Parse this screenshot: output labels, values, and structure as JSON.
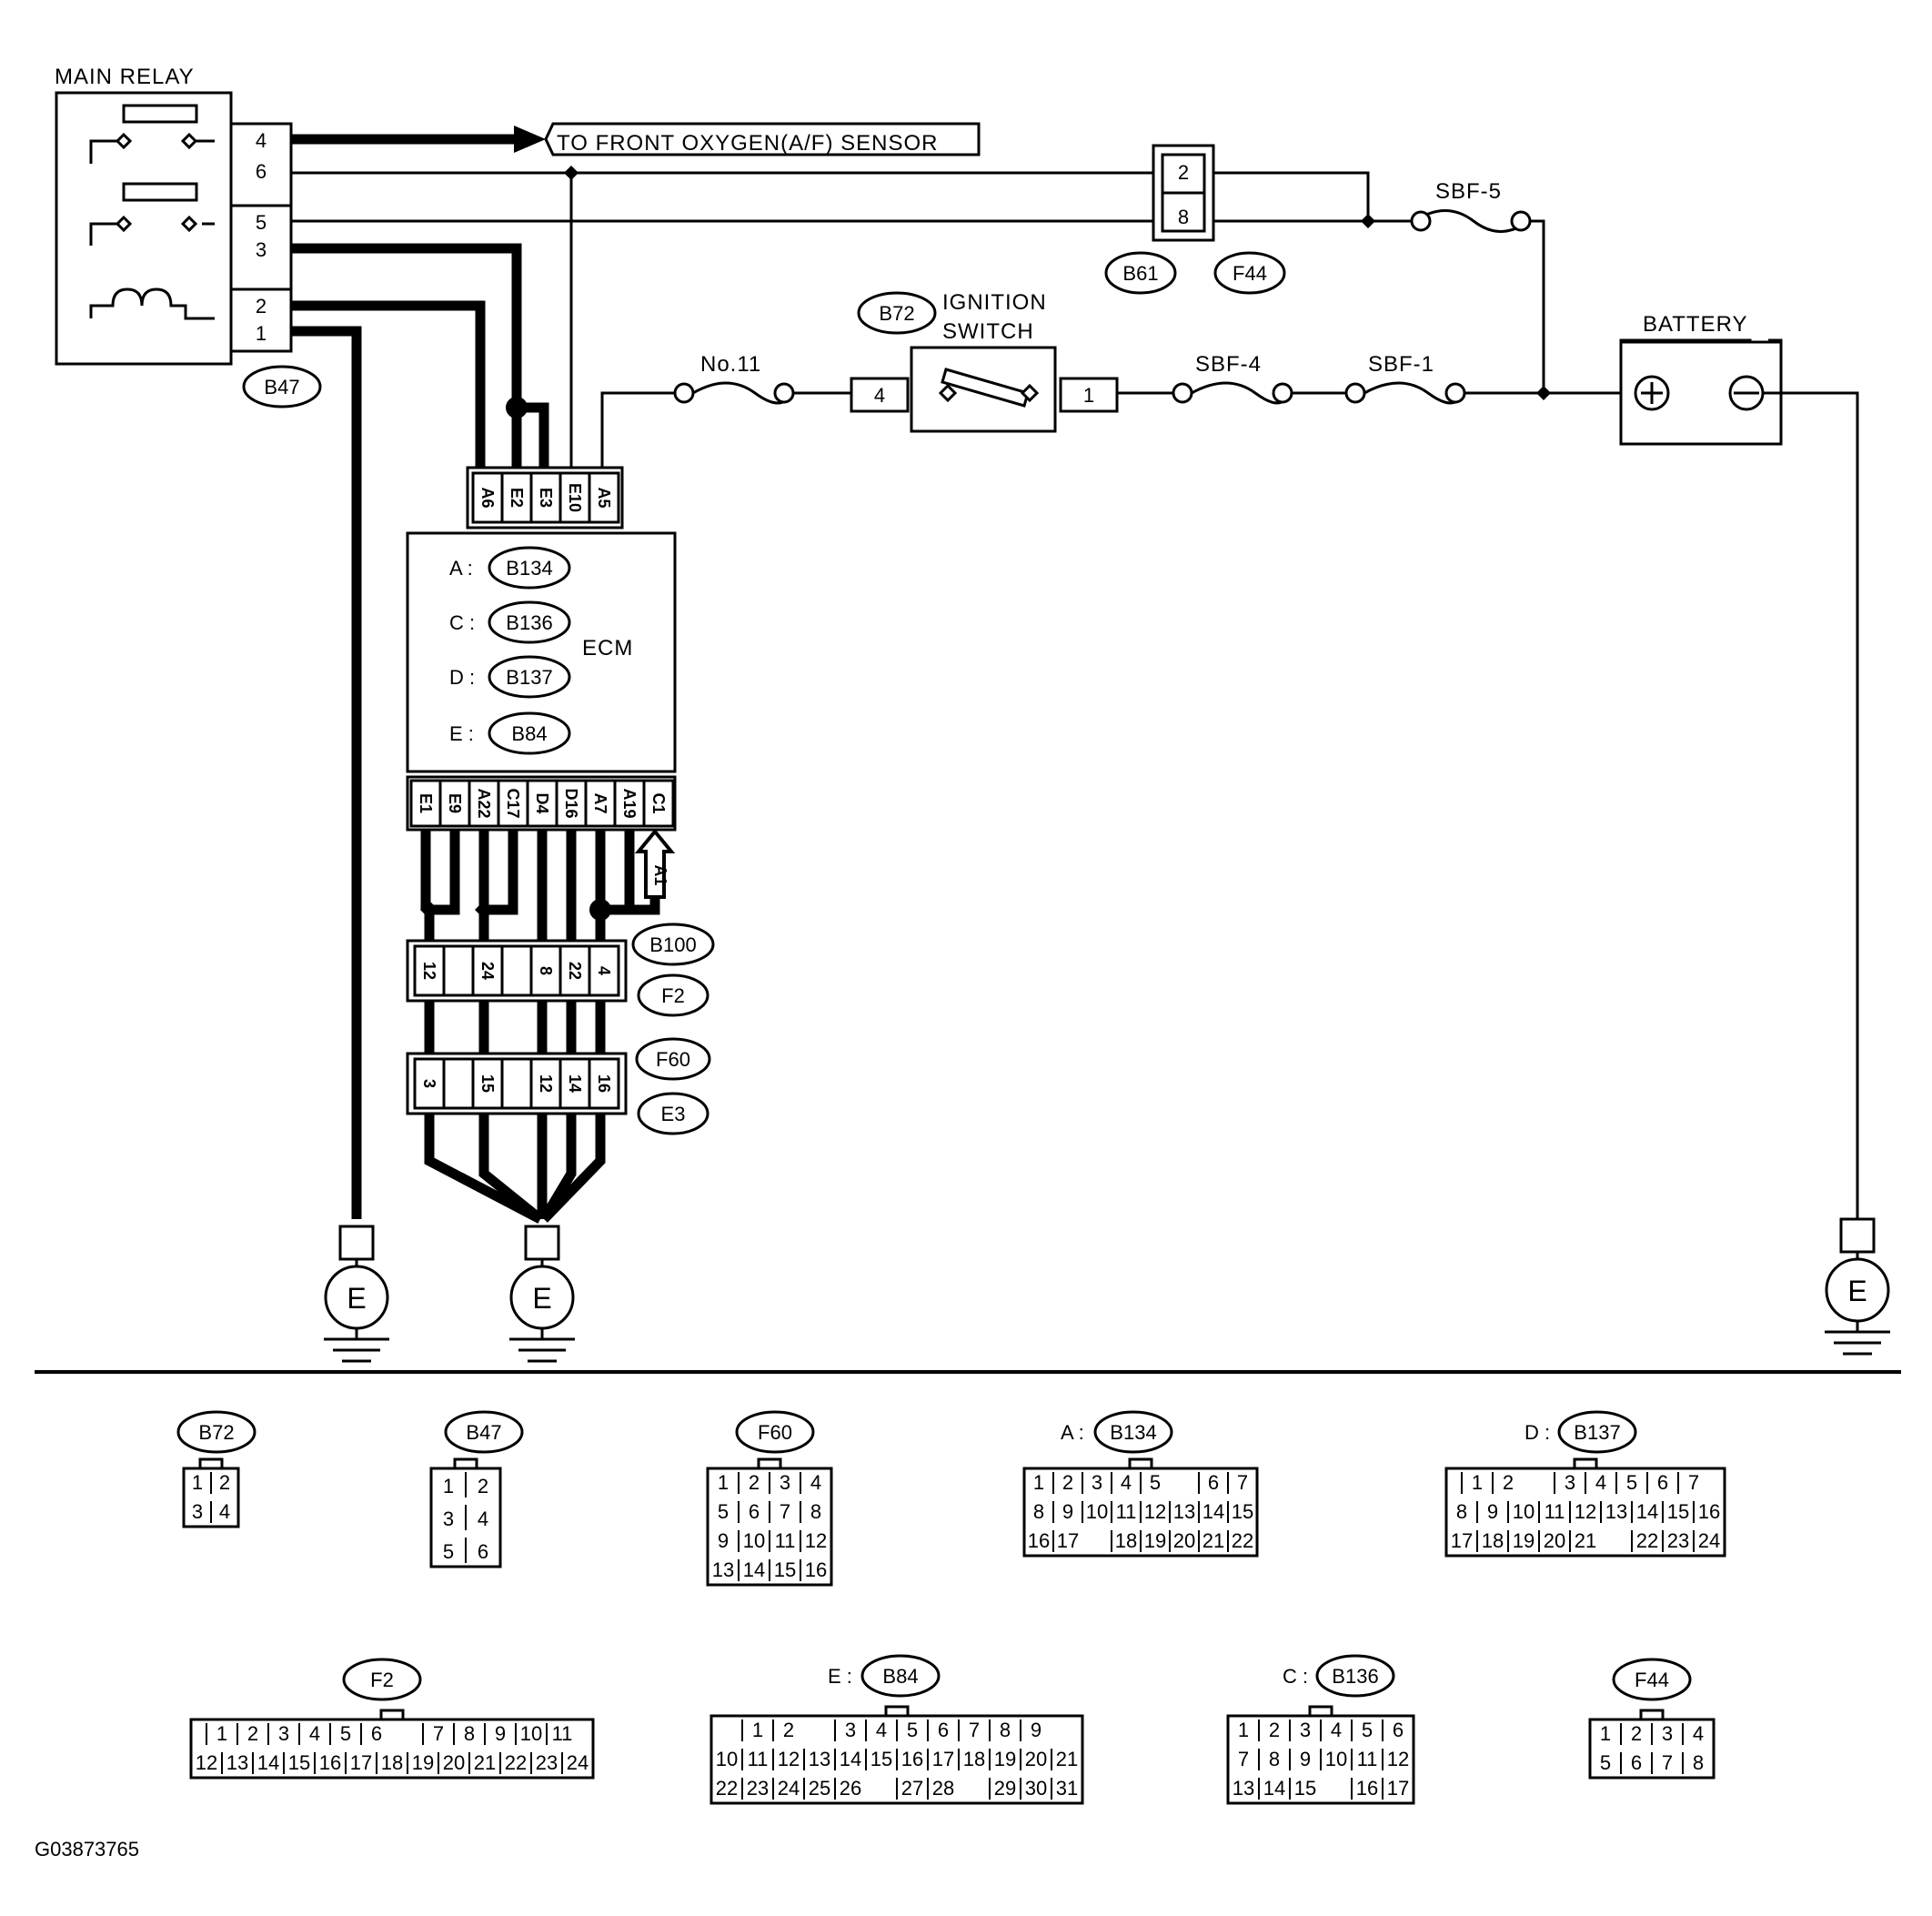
{
  "main_relay": {
    "title": "MAIN RELAY",
    "pins": [
      "4",
      "6",
      "5",
      "3",
      "2",
      "1"
    ],
    "connector_tag": "B47"
  },
  "oxygen_sensor_label": "TO FRONT OXYGEN(A/F) SENSOR",
  "b61_connector": {
    "pins": [
      "2",
      "8"
    ],
    "tags": [
      "B61",
      "F44"
    ]
  },
  "fuses": {
    "sbf5": "SBF-5",
    "sbf4": "SBF-4",
    "sbf1": "SBF-1",
    "no11": "No.11"
  },
  "ignition_switch": {
    "tag": "B72",
    "label_line1": "IGNITION",
    "label_line2": "SWITCH",
    "pin_left": "4",
    "pin_right": "1"
  },
  "battery": {
    "label": "BATTERY",
    "plus": "⊕",
    "minus": "⊖"
  },
  "ecm": {
    "label": "ECM",
    "connectors": [
      {
        "letter": "A :",
        "tag": "B134"
      },
      {
        "letter": "C :",
        "tag": "B136"
      },
      {
        "letter": "D :",
        "tag": "B137"
      },
      {
        "letter": "E :",
        "tag": "B84"
      }
    ],
    "top_pins": [
      "A6",
      "E2",
      "E3",
      "E10",
      "A5"
    ],
    "bottom_pins": [
      "E1",
      "E9",
      "A22",
      "C17",
      "D4",
      "D16",
      "A7",
      "A19",
      "C1"
    ],
    "arrow_label": "A1"
  },
  "b100_connector": {
    "pins": [
      "12",
      "",
      "24",
      "",
      "8",
      "22",
      "4"
    ],
    "tags": [
      "B100",
      "F2"
    ]
  },
  "f60_connector": {
    "pins": [
      "3",
      "",
      "15",
      "",
      "12",
      "14",
      "16"
    ],
    "tags": [
      "F60",
      "E3"
    ]
  },
  "grounds": [
    "E",
    "E",
    "E"
  ],
  "connector_diagrams": {
    "b72": {
      "tag": "B72",
      "rows": [
        [
          "1",
          "2"
        ],
        [
          "3",
          "4"
        ]
      ]
    },
    "b47": {
      "tag": "B47",
      "rows": [
        [
          "1",
          "2"
        ],
        [
          "3",
          "4"
        ],
        [
          "5",
          "6"
        ]
      ]
    },
    "f60": {
      "tag": "F60",
      "rows": [
        [
          "1",
          "2",
          "3",
          "4"
        ],
        [
          "5",
          "6",
          "7",
          "8"
        ],
        [
          "9",
          "10",
          "11",
          "12"
        ],
        [
          "13",
          "14",
          "15",
          "16"
        ]
      ]
    },
    "b134": {
      "prefix": "A :",
      "tag": "B134",
      "rows": [
        [
          "1",
          "2",
          "3",
          "4",
          "5",
          "",
          "6",
          "7"
        ],
        [
          "8",
          "9",
          "10",
          "11",
          "12",
          "13",
          "14",
          "15"
        ],
        [
          "16",
          "17",
          "",
          "18",
          "19",
          "20",
          "21",
          "22"
        ]
      ]
    },
    "b137": {
      "prefix": "D :",
      "tag": "B137",
      "rows": [
        [
          "1",
          "2",
          "",
          "3",
          "4",
          "5",
          "6",
          "7"
        ],
        [
          "8",
          "9",
          "10",
          "11",
          "12",
          "13",
          "14",
          "15",
          "16"
        ],
        [
          "17",
          "18",
          "19",
          "20",
          "21",
          "",
          "22",
          "23",
          "24"
        ]
      ]
    },
    "f2": {
      "tag": "F2",
      "rows": [
        [
          "1",
          "2",
          "3",
          "4",
          "5",
          "6",
          "",
          "7",
          "8",
          "9",
          "10",
          "11"
        ],
        [
          "12",
          "13",
          "14",
          "15",
          "16",
          "17",
          "18",
          "19",
          "20",
          "21",
          "22",
          "23",
          "24"
        ]
      ]
    },
    "b84": {
      "prefix": "E :",
      "tag": "B84",
      "rows": [
        [
          "1",
          "2",
          "",
          "3",
          "4",
          "5",
          "6",
          "7",
          "8",
          "9"
        ],
        [
          "10",
          "11",
          "12",
          "13",
          "14",
          "15",
          "16",
          "17",
          "18",
          "19",
          "20",
          "21"
        ],
        [
          "22",
          "23",
          "24",
          "25",
          "26",
          "",
          "27",
          "28",
          "",
          "29",
          "30",
          "31"
        ]
      ]
    },
    "b136": {
      "prefix": "C :",
      "tag": "B136",
      "rows": [
        [
          "1",
          "2",
          "3",
          "4",
          "5",
          "6"
        ],
        [
          "7",
          "8",
          "9",
          "10",
          "11",
          "12"
        ],
        [
          "13",
          "14",
          "15",
          "",
          "16",
          "17"
        ]
      ]
    },
    "f44": {
      "tag": "F44",
      "rows": [
        [
          "1",
          "2",
          "3",
          "4"
        ],
        [
          "5",
          "6",
          "7",
          "8"
        ]
      ]
    }
  },
  "figure_id": "G03873765"
}
